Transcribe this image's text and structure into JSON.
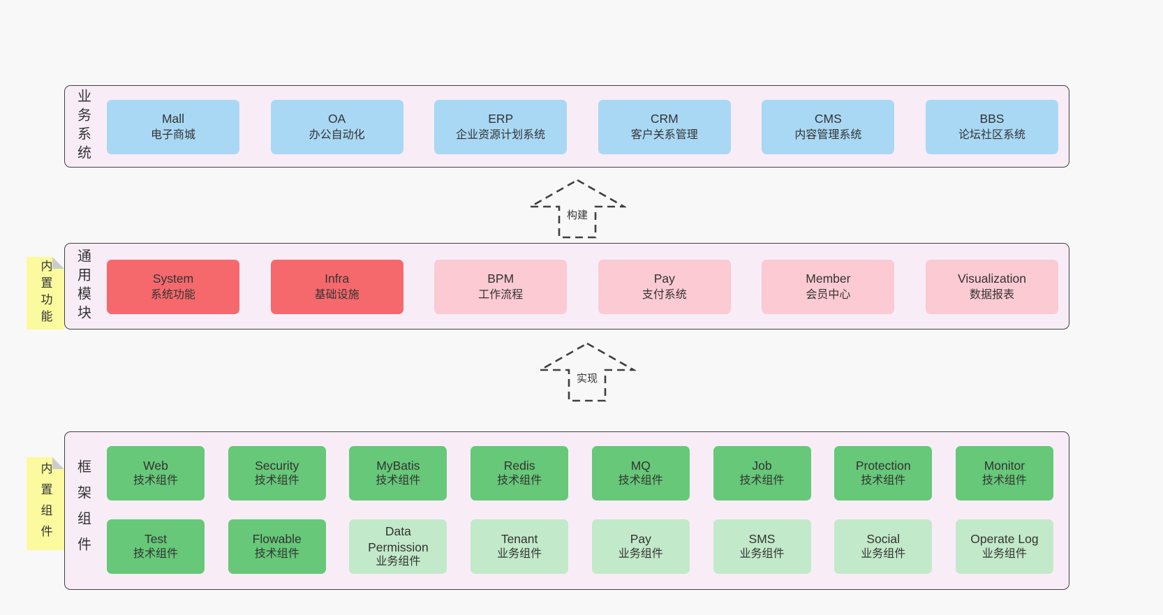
{
  "colors": {
    "page_bg": "#f8f8f8",
    "band_bg": "#f8edf7",
    "band_border": "#3f3f3f",
    "blue": "#a9d8f4",
    "red": "#f5696c",
    "pink": "#fbcad2",
    "green": "#66c878",
    "light_green": "#c2e9c9",
    "yellow": "#fbfa9e",
    "fold_gray": "#cccccc",
    "text": "#333333"
  },
  "bands": [
    {
      "label": "业务系统",
      "boxes": [
        {
          "name": "Mall",
          "desc": "电子商城",
          "type": "blue"
        },
        {
          "name": "OA",
          "desc": "办公自动化",
          "type": "blue"
        },
        {
          "name": "ERP",
          "desc": "企业资源计划系统",
          "type": "blue"
        },
        {
          "name": "CRM",
          "desc": "客户关系管理",
          "type": "blue"
        },
        {
          "name": "CMS",
          "desc": "内容管理系统",
          "type": "blue"
        },
        {
          "name": "BBS",
          "desc": "论坛社区系统",
          "type": "blue"
        }
      ]
    },
    {
      "label": "通用模块",
      "sticky": "内置功能",
      "boxes": [
        {
          "name": "System",
          "desc": "系统功能",
          "type": "red"
        },
        {
          "name": "Infra",
          "desc": "基础设施",
          "type": "red"
        },
        {
          "name": "BPM",
          "desc": "工作流程",
          "type": "pink"
        },
        {
          "name": "Pay",
          "desc": "支付系统",
          "type": "pink"
        },
        {
          "name": "Member",
          "desc": "会员中心",
          "type": "pink"
        },
        {
          "name": "Visualization",
          "desc": "数据报表",
          "type": "pink"
        }
      ]
    },
    {
      "label": "框架组件",
      "sticky": "内置组件",
      "rows": [
        [
          {
            "name": "Web",
            "desc": "技术组件",
            "type": "green"
          },
          {
            "name": "Security",
            "desc": "技术组件",
            "type": "green"
          },
          {
            "name": "MyBatis",
            "desc": "技术组件",
            "type": "green"
          },
          {
            "name": "Redis",
            "desc": "技术组件",
            "type": "green"
          },
          {
            "name": "MQ",
            "desc": "技术组件",
            "type": "green"
          },
          {
            "name": "Job",
            "desc": "技术组件",
            "type": "green"
          },
          {
            "name": "Protection",
            "desc": "技术组件",
            "type": "green"
          },
          {
            "name": "Monitor",
            "desc": "技术组件",
            "type": "green"
          }
        ],
        [
          {
            "name": "Test",
            "desc": "技术组件",
            "type": "green"
          },
          {
            "name": "Flowable",
            "desc": "技术组件",
            "type": "green"
          },
          {
            "name": "Data Permission",
            "desc": "业务组件",
            "type": "light-green"
          },
          {
            "name": "Tenant",
            "desc": "业务组件",
            "type": "light-green"
          },
          {
            "name": "Pay",
            "desc": "业务组件",
            "type": "light-green"
          },
          {
            "name": "SMS",
            "desc": "业务组件",
            "type": "light-green"
          },
          {
            "name": "Social",
            "desc": "业务组件",
            "type": "light-green"
          },
          {
            "name": "Operate Log",
            "desc": "业务组件",
            "type": "light-green"
          }
        ]
      ]
    }
  ],
  "arrows": [
    {
      "label": "构建"
    },
    {
      "label": "实现"
    }
  ]
}
